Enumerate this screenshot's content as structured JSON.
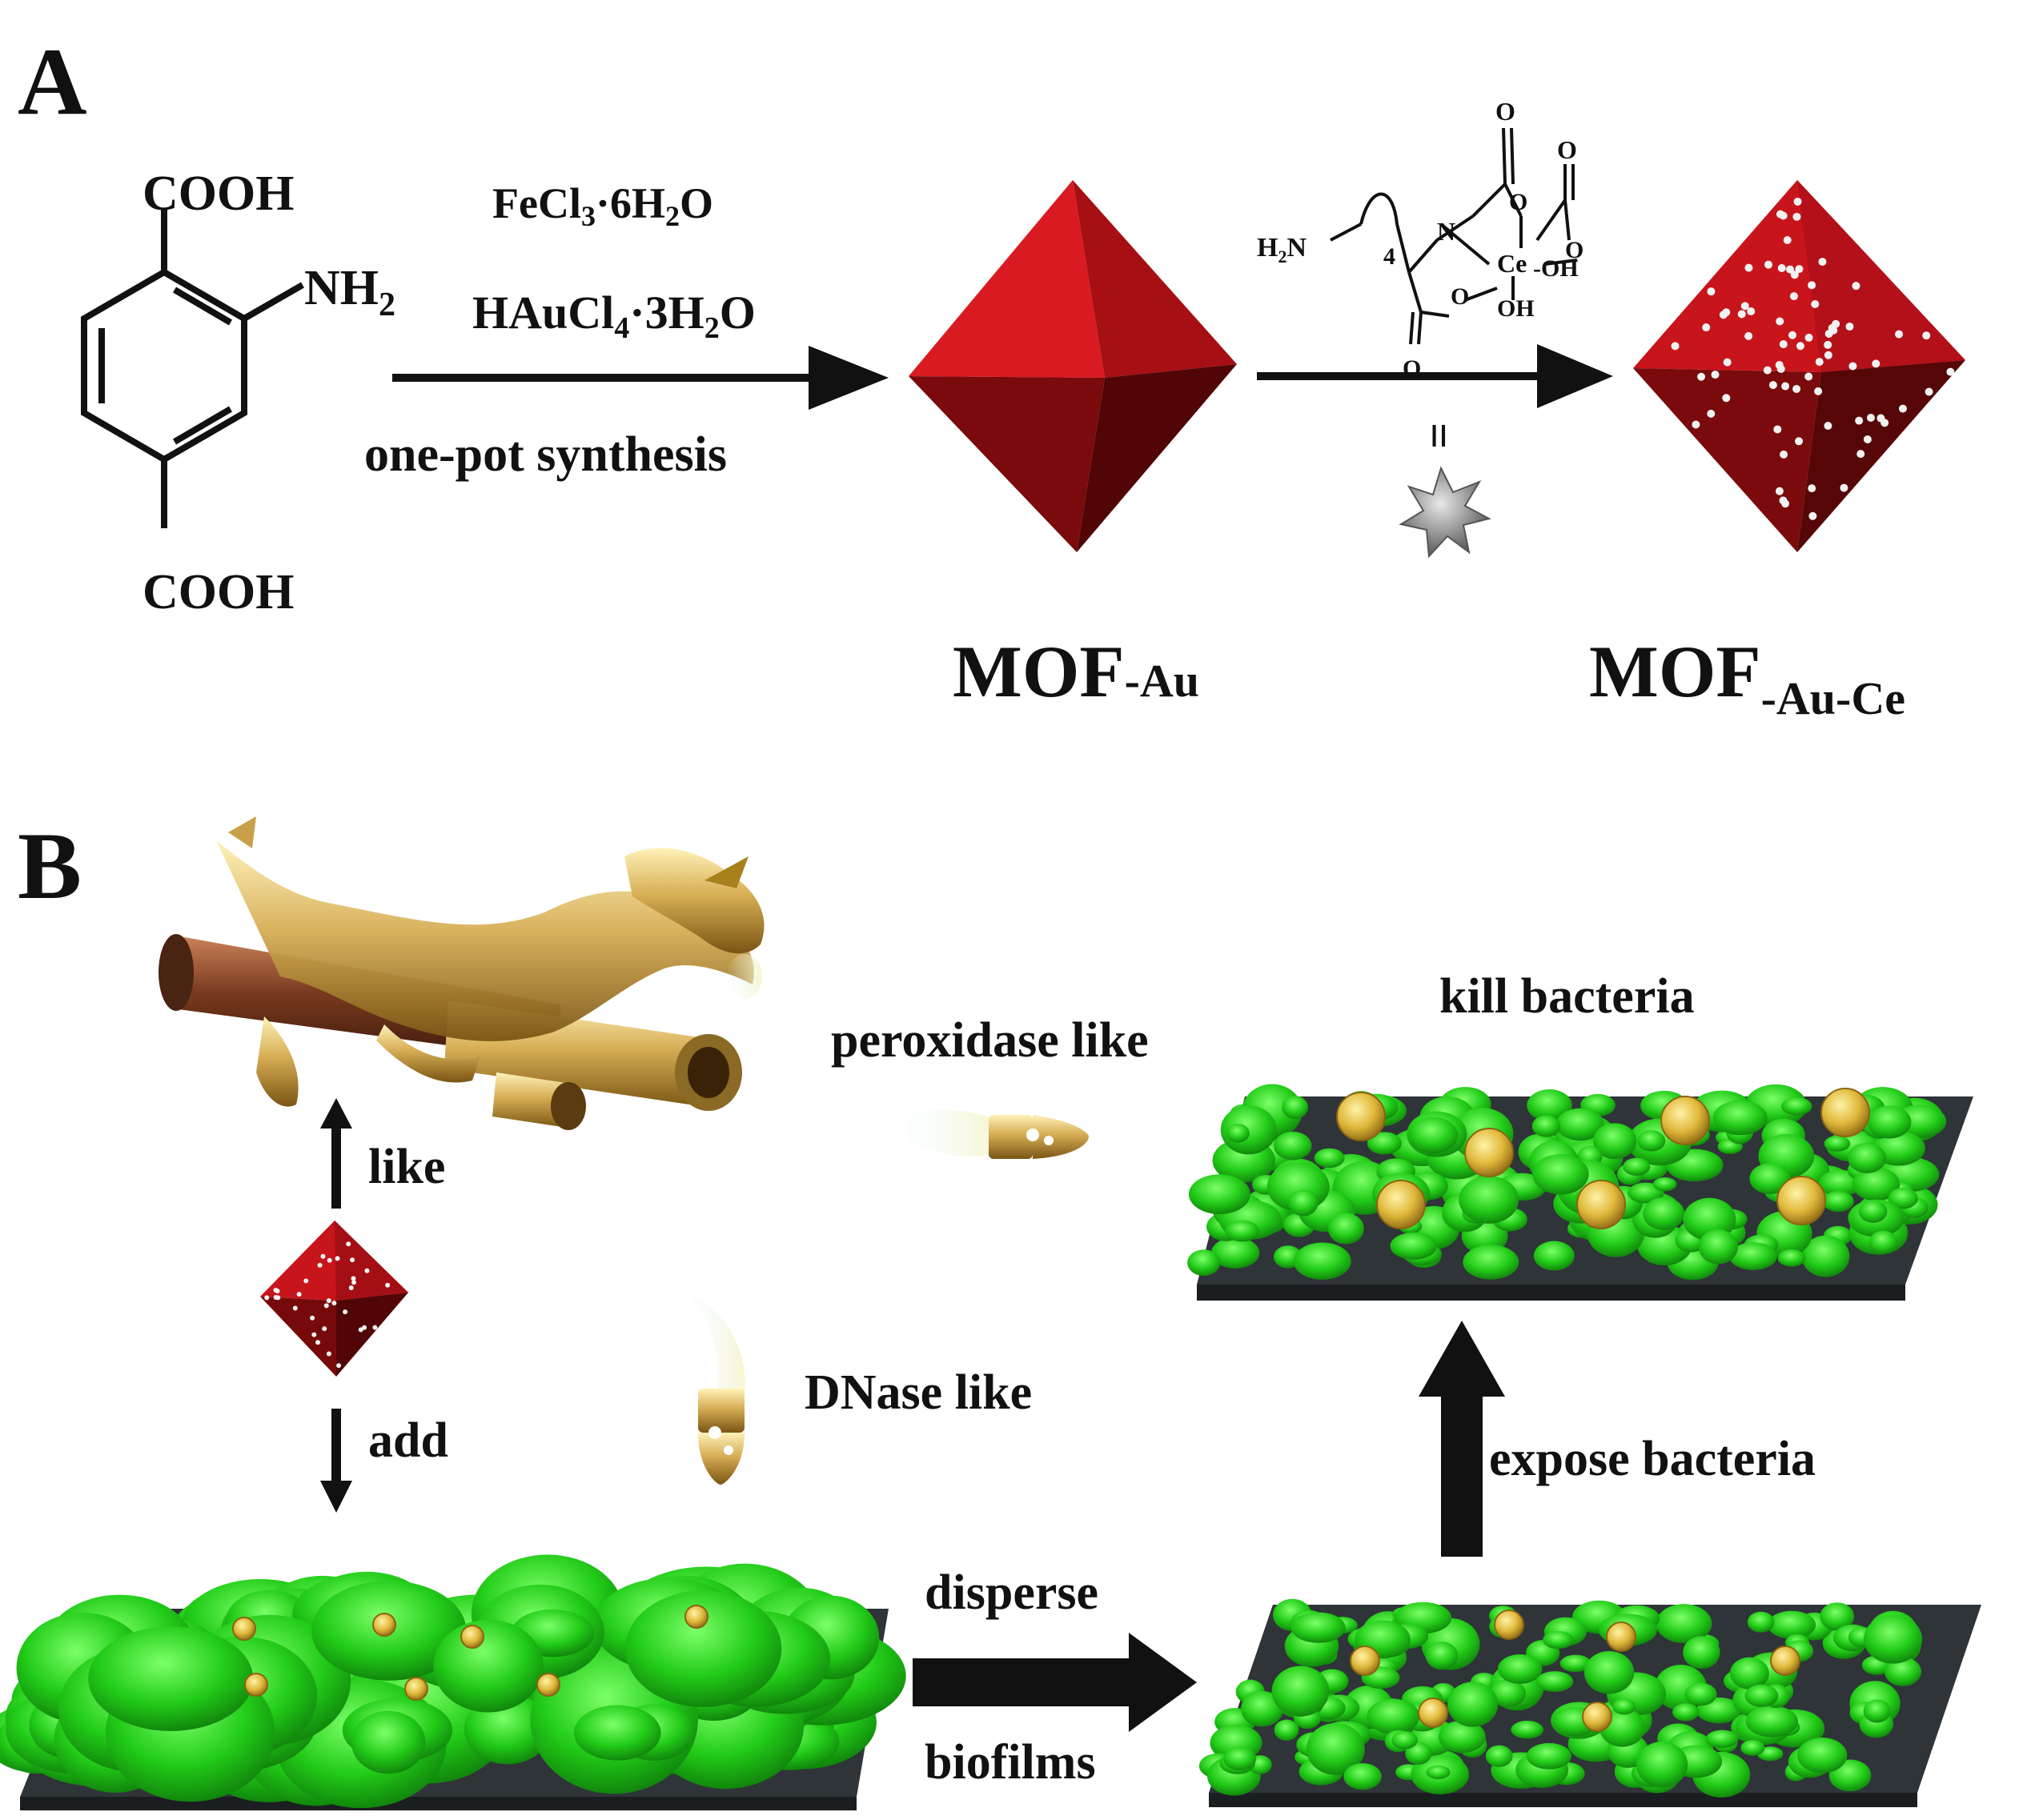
{
  "panel_a": {
    "label": "A",
    "molecule": {
      "top_group": "COOH",
      "side_group": "NH",
      "side_sub": "2",
      "bottom_group": "COOH"
    },
    "reagents": {
      "line1_a": "FeCl",
      "line1_b": "3",
      "line1_c": "·6H",
      "line1_d": "2",
      "line1_e": "O",
      "line2_a": "HAuCl",
      "line2_b": "4",
      "line2_c": "·3H",
      "line2_d": "2",
      "line2_e": "O",
      "line3": "one-pot synthesis"
    },
    "complex": {
      "amine": "H",
      "amine_sub": "2",
      "amine_n": "N",
      "chain_count": "4",
      "n": "N",
      "ce": "Ce",
      "oh1": "-OH",
      "oh2": "OH",
      "o": "O",
      "equals": "="
    },
    "product1": {
      "main": "MOF",
      "sub": "-Au"
    },
    "product2": {
      "main": "MOF",
      "sub": "-Au-Ce"
    }
  },
  "panel_b": {
    "label": "B",
    "like": "like",
    "add": "add",
    "peroxidase": "peroxidase like",
    "dnase": "DNase like",
    "kill": "kill bacteria",
    "expose": "expose bacteria",
    "disperse": "disperse",
    "biofilms": "biofilms"
  },
  "colors": {
    "mof_red": "#c8141b",
    "mof_dark": "#6e0708",
    "biofilm_green": "#2ad21f",
    "gold": "#d8b04a",
    "slab": "#2f3438"
  }
}
